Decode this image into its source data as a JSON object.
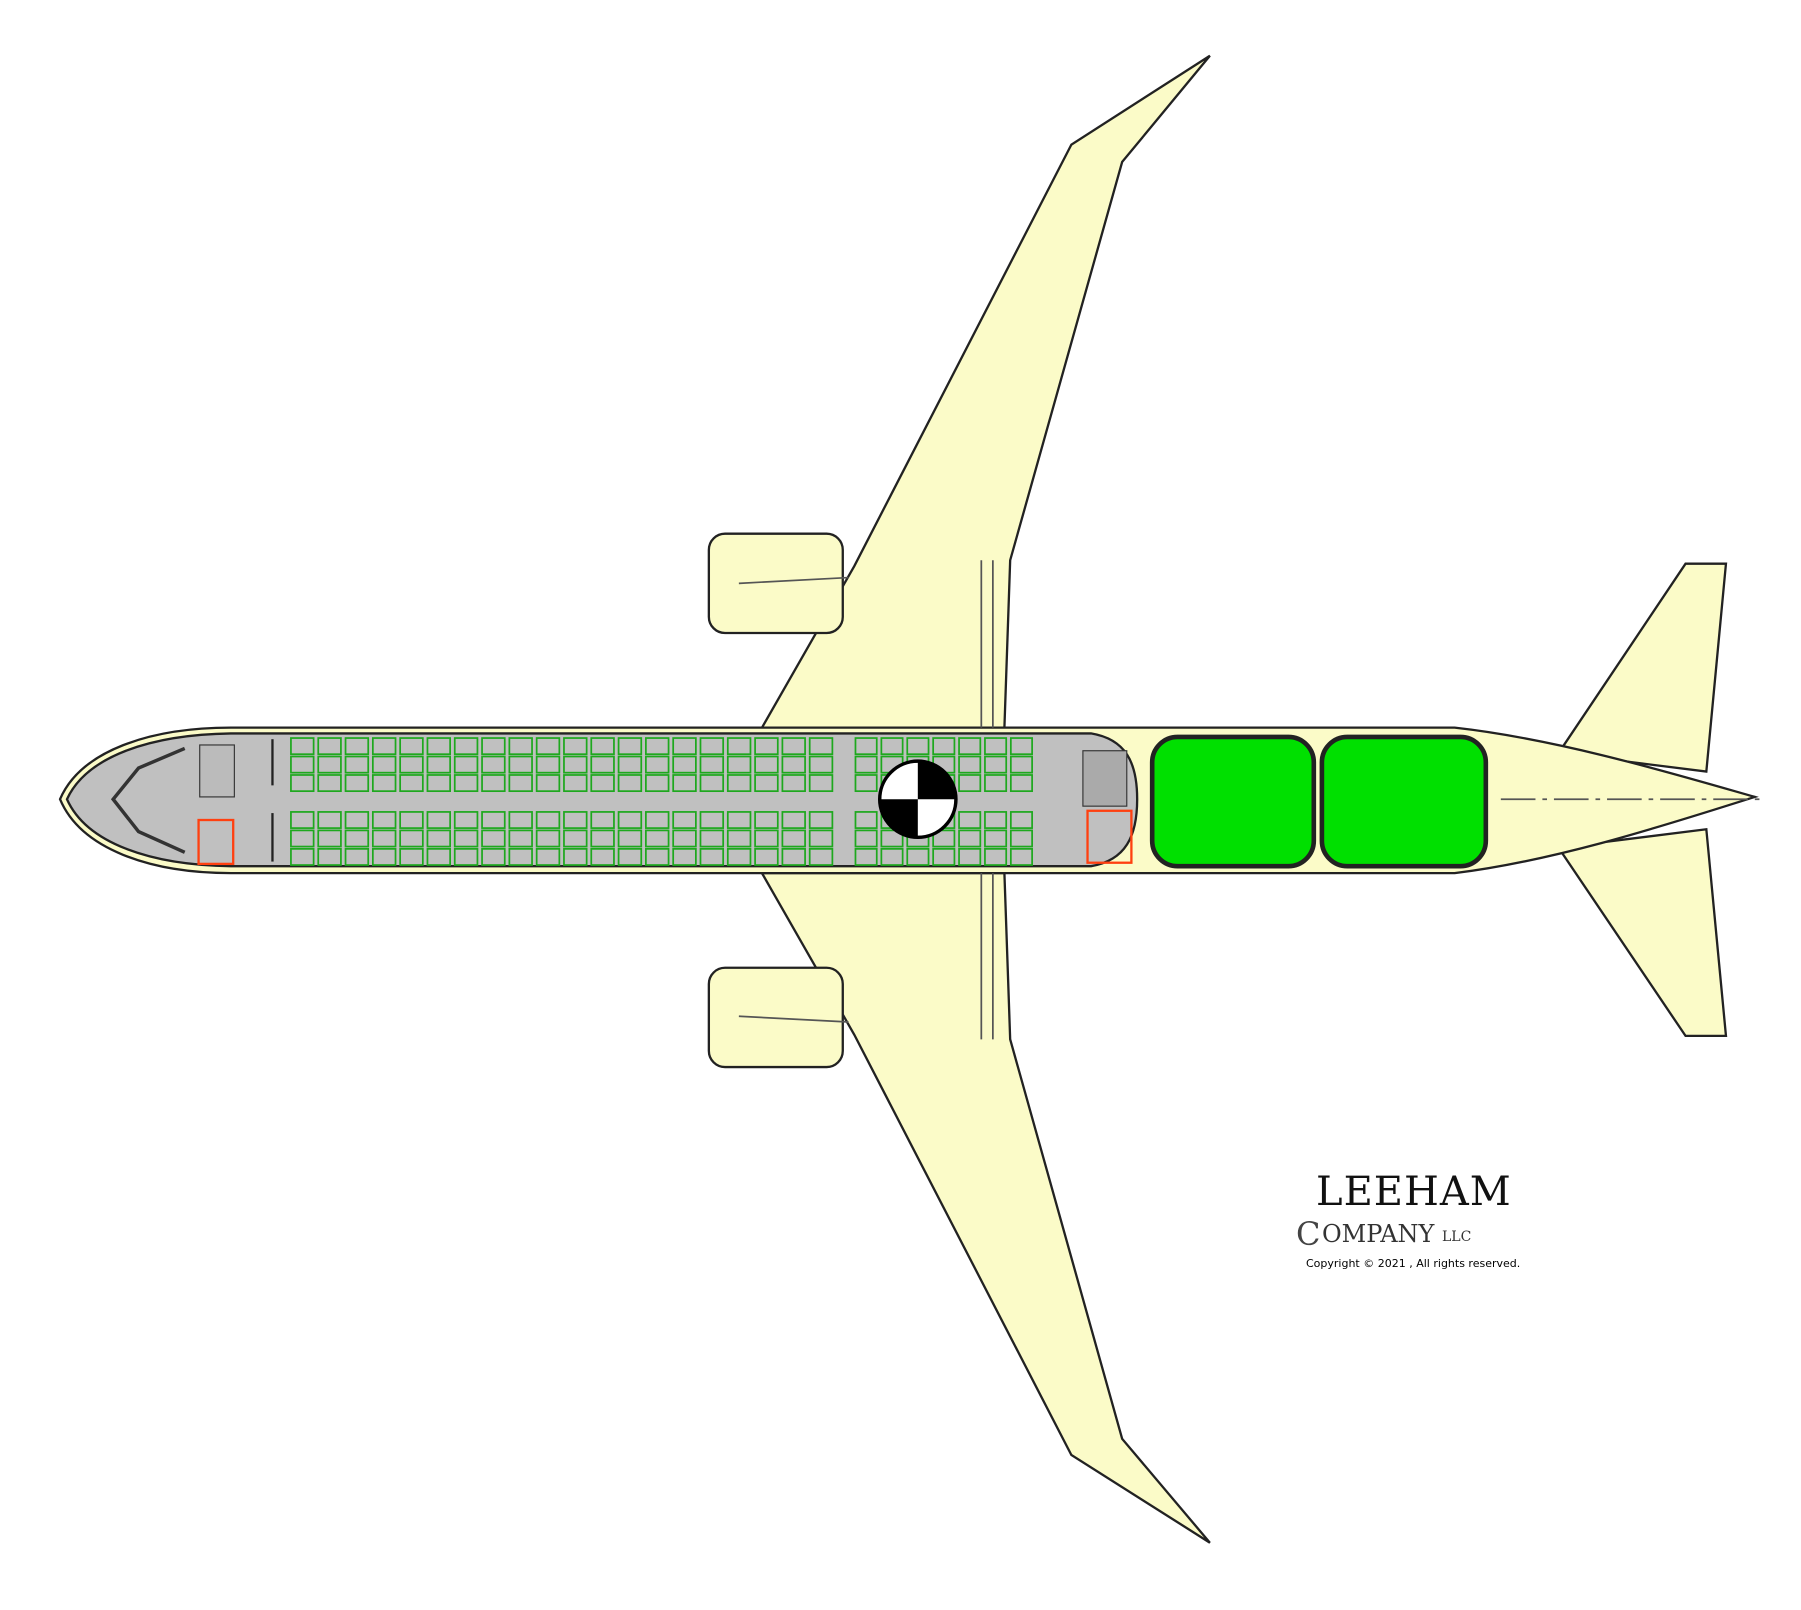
{
  "logo": {
    "line1": "LEEHAM",
    "line2": "OMPANY",
    "initial": "C",
    "suffix": "LLC",
    "copyright": "Copyright © 2021 , All rights reserved."
  },
  "cabin": {
    "forward_seat_rows": 20,
    "aft_seat_rows": 7,
    "seats_per_side": 3
  },
  "colors": {
    "airframe": "#fbfbc8",
    "cabin_floor": "#c0c0c0",
    "seat": "#1ea81e",
    "cargo": "#00e000",
    "lavatory": "#ff4010",
    "outline": "#222222"
  }
}
